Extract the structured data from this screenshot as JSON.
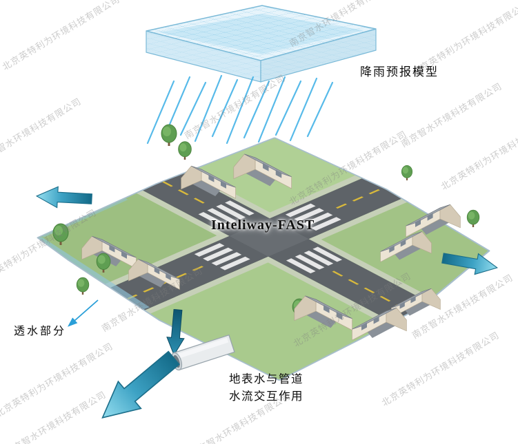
{
  "figure": {
    "title": "urban rainfall-runoff coupling model diagram",
    "labels": {
      "rain_model": "降雨预报模型",
      "brand": "Inteliway-FAST",
      "permeable_area": "透水部分",
      "surface_pipe_interaction_line1": "地表水与管道",
      "surface_pipe_interaction_line2": "水流交互作用"
    },
    "icons": {
      "basin": "rainfall-model-basin",
      "rain": "rain-streaks",
      "pipe": "drain-pipe",
      "arrows": [
        "flow-arrow-left",
        "flow-arrow-right",
        "flow-arrow-outfall",
        "flow-arrow-vertical",
        "infiltration-arrow"
      ]
    },
    "colors": {
      "rain_blue": "#45b3e7",
      "basin_fill": "#c9e8f6",
      "basin_grid": "#7fc4e4",
      "arrow_teal_dark": "#136a88",
      "arrow_teal_light": "#96dff0",
      "grass_green": "#a5c78a",
      "road_gray": "#5e6368",
      "crosswalk_white": "#f2f2f2",
      "center_dash_yellow": "#d8b93c",
      "terrain_edge": "#a7becd"
    }
  },
  "watermarks": {
    "beijing": "北京英特利为环境科技有限公司",
    "nanjing": "南京智水环境科技有限公司"
  }
}
